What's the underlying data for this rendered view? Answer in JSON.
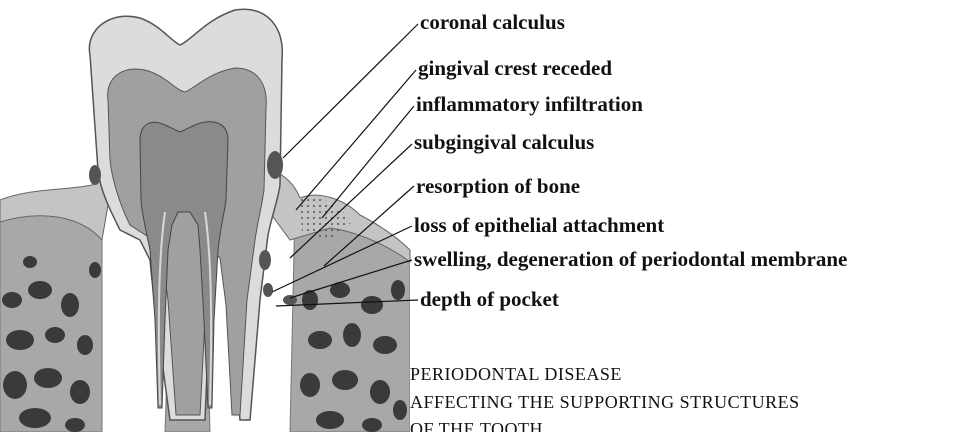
{
  "labels": [
    "coronal calculus",
    "gingival crest receded",
    "inflammatory infiltration",
    "subgingival calculus",
    "resorption of bone",
    "loss of epithelial attachment",
    "swelling, degeneration of periodontal membrane",
    "depth of pocket"
  ],
  "caption": {
    "line1": "PERIODONTAL DISEASE",
    "line2": "AFFECTING THE SUPPORTING STRUCTURES",
    "line3": "OF THE TOOTH"
  },
  "colors": {
    "enamel": "#dcdcdc",
    "dentin": "#9e9e9e",
    "pulp": "#8a8a8a",
    "bone": "#a3a3a3",
    "marrow": "#3a3a3a",
    "gum": "#b8b8b8",
    "text": "#111111"
  }
}
